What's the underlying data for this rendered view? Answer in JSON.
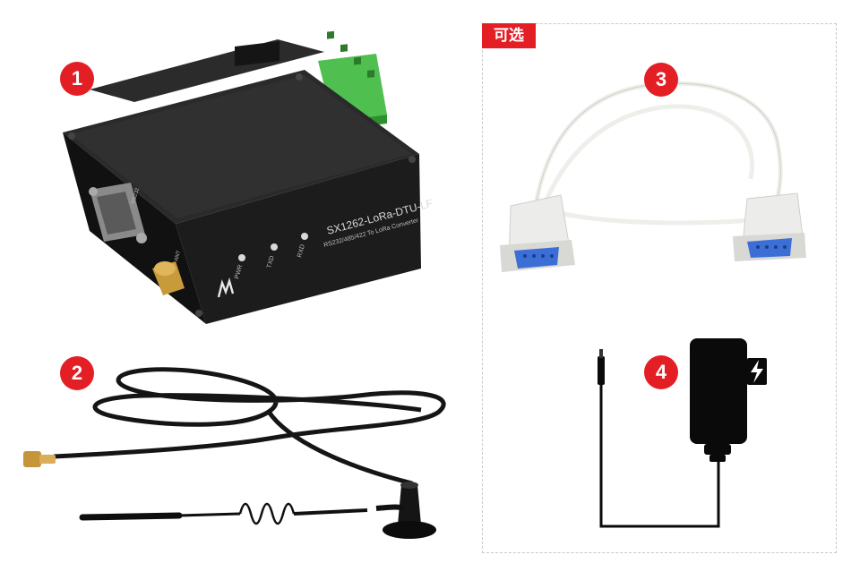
{
  "optional_tag": "可选",
  "badges": {
    "one": "1",
    "two": "2",
    "three": "3",
    "four": "4"
  },
  "device": {
    "model": "SX1262-LoRa-DTU-LF",
    "subtitle": "RS232/485/422 To LoRa Converter",
    "leds": [
      "PWR",
      "TXD",
      "RXD"
    ],
    "ports": [
      "RS232",
      "ANT"
    ]
  },
  "colors": {
    "badge": "#e31e24",
    "device_body": "#1e1e1f",
    "terminal_block": "#4fbf4f",
    "cable": "#eeeeea",
    "db9_port": "#3b6fd6",
    "antenna": "#141414",
    "power_adapter": "#0a0a0a"
  },
  "icons": [
    "lightning-icon"
  ]
}
